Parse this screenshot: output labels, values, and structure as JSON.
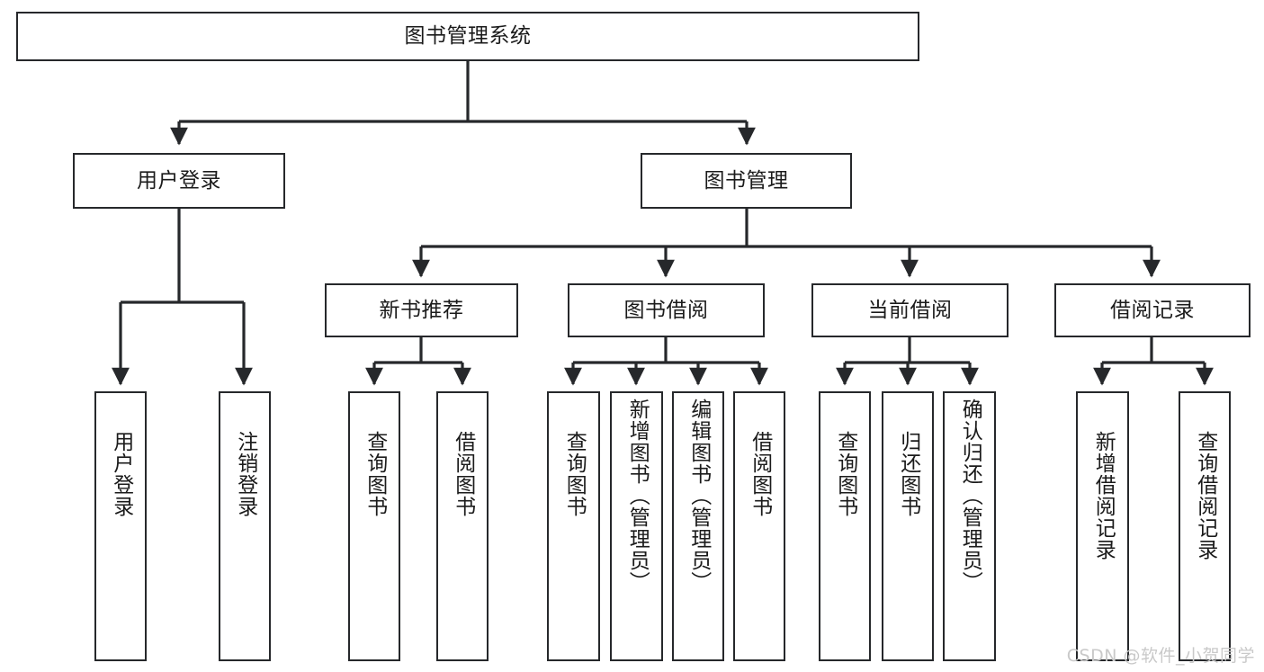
{
  "diagram": {
    "title": "图书管理系统",
    "type": "tree",
    "root": {
      "id": "root",
      "label": "图书管理系统"
    },
    "level2": [
      {
        "id": "user-login",
        "label": "用户登录"
      },
      {
        "id": "book-manage",
        "label": "图书管理"
      }
    ],
    "level3": [
      {
        "id": "new-book-recommend",
        "label": "新书推荐",
        "parent": "book-manage"
      },
      {
        "id": "book-borrow",
        "label": "图书借阅",
        "parent": "book-manage"
      },
      {
        "id": "current-borrow",
        "label": "当前借阅",
        "parent": "book-manage"
      },
      {
        "id": "borrow-record",
        "label": "借阅记录",
        "parent": "book-manage"
      }
    ],
    "leaves": [
      {
        "id": "leaf-user-login",
        "label": "用户登录",
        "parent": "user-login"
      },
      {
        "id": "leaf-user-logout",
        "label": "注销登录",
        "parent": "user-login"
      },
      {
        "id": "leaf-query-book-1",
        "label": "查询图书",
        "parent": "new-book-recommend"
      },
      {
        "id": "leaf-borrow-book-1",
        "label": "借阅图书",
        "parent": "new-book-recommend"
      },
      {
        "id": "leaf-query-book-2",
        "label": "查询图书",
        "parent": "book-borrow"
      },
      {
        "id": "leaf-add-book",
        "label": "新增图书（管理员）",
        "parent": "book-borrow"
      },
      {
        "id": "leaf-edit-book",
        "label": "编辑图书（管理员）",
        "parent": "book-borrow"
      },
      {
        "id": "leaf-borrow-book-2",
        "label": "借阅图书",
        "parent": "book-borrow"
      },
      {
        "id": "leaf-query-book-3",
        "label": "查询图书",
        "parent": "current-borrow"
      },
      {
        "id": "leaf-return-book",
        "label": "归还图书",
        "parent": "current-borrow"
      },
      {
        "id": "leaf-confirm-return",
        "label": "确认归还（管理员）",
        "parent": "current-borrow"
      },
      {
        "id": "leaf-add-record",
        "label": "新增借阅记录",
        "parent": "borrow-record"
      },
      {
        "id": "leaf-query-record",
        "label": "查询借阅记录",
        "parent": "borrow-record"
      }
    ]
  },
  "watermark": {
    "text": "CSDN @软件_小贺同学"
  },
  "colors": {
    "stroke": "#26282b",
    "box_fill": "#ffffff",
    "text": "#1b1b1b",
    "watermark": "#c9c9c9",
    "background": "#ffffff"
  }
}
